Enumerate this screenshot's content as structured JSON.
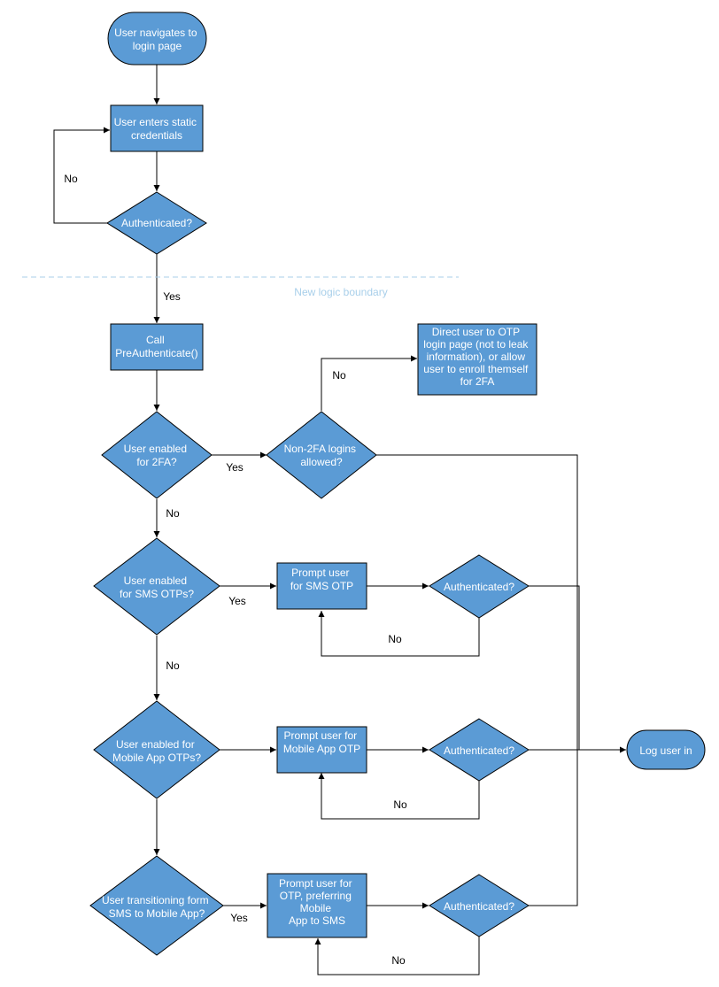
{
  "nodes": {
    "start": [
      "User navigates to",
      "login page"
    ],
    "enter_credentials": [
      "User enters static",
      "credentials"
    ],
    "authenticated_1": [
      "Authenticated?"
    ],
    "call_preauth": [
      "Call",
      "PreAuthenticate()"
    ],
    "direct_user": [
      "Direct user to OTP",
      "login page (not to leak",
      "information), or allow",
      "user to enroll themself",
      "for 2FA"
    ],
    "user_enabled_2fa": [
      "User enabled",
      "for 2FA?"
    ],
    "non_2fa_allowed": [
      "Non-2FA logins",
      "allowed?"
    ],
    "user_enabled_sms": [
      "User enabled",
      "for SMS OTPs?"
    ],
    "prompt_sms": [
      "Prompt user",
      "for SMS OTP"
    ],
    "authenticated_sms": [
      "Authenticated?"
    ],
    "user_enabled_mobile": [
      "User enabled for",
      "Mobile App OTPs?"
    ],
    "prompt_mobile": [
      "Prompt user for",
      "Mobile App OTP"
    ],
    "authenticated_mobile": [
      "Authenticated?"
    ],
    "user_transitioning": [
      "User transitioning form",
      "SMS to Mobile App?"
    ],
    "prompt_transition": [
      "Prompt user for",
      "OTP, preferring",
      "Mobile",
      "App to SMS"
    ],
    "authenticated_transition": [
      "Authenticated?"
    ],
    "log_user_in": [
      "Log user in"
    ]
  },
  "edge_labels": {
    "auth1_no": "No",
    "auth1_yes": "Yes",
    "non2fa_no": "No",
    "enabled2fa_yes": "Yes",
    "enabled2fa_no": "No",
    "sms_yes": "Yes",
    "sms_auth_no": "No",
    "sms_no": "No",
    "mobile_auth_no": "No",
    "transition_yes": "Yes",
    "transition_auth_no": "No"
  },
  "boundary": {
    "label": "New logic boundary"
  },
  "colors": {
    "node_fill": "#5b9bd5",
    "node_text": "#ffffff",
    "boundary": "#a8cfea"
  }
}
